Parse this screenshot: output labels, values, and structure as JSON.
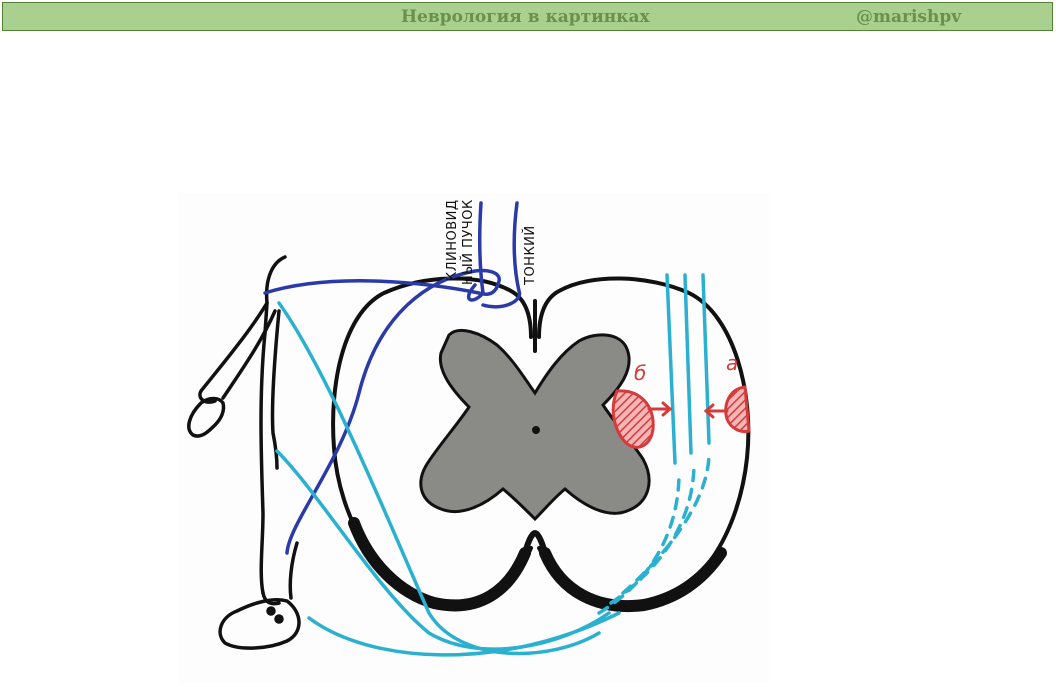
{
  "header": {
    "title": "Неврология в картинках",
    "handle": "@marishpv"
  },
  "diagram": {
    "label_cuneate_line1": "КЛИНОВИД",
    "label_cuneate_line2": "НЫЙ ПУЧОК",
    "label_gracile": "ТОНКИЙ",
    "label_a": "а",
    "label_b": "б",
    "colors": {
      "outline": "#111111",
      "gray_matter": "#8a8a86",
      "dorsal_tract": "#2a3aa8",
      "spinothalamic": "#2bb0d0",
      "compression": "#d63a3a"
    }
  }
}
